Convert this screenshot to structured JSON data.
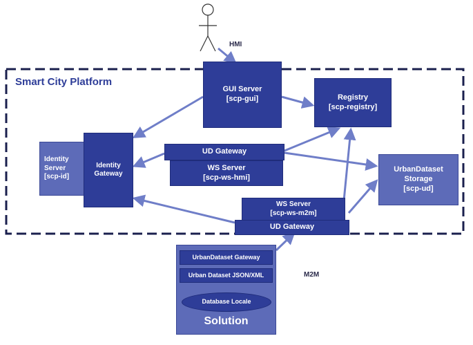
{
  "platform_title": "Smart City Platform",
  "hmi_label": "HMI",
  "m2m_label": "M2M",
  "gui_server": {
    "name": "GUI Server",
    "id": "[scp-gui]"
  },
  "registry": {
    "name": "Registry",
    "id": "[scp-registry]"
  },
  "identity_server": {
    "line1": "Identity",
    "line2": "Server",
    "id": "[scp-id]"
  },
  "identity_gateway": {
    "line1": "Identity",
    "line2": "Gateway"
  },
  "ud_gateway_top": "UD Gateway",
  "ws_server_hmi": {
    "name": "WS Server",
    "id": "[scp-ws-hmi]"
  },
  "urban_storage": {
    "line1": "UrbanDataset",
    "line2": "Storage",
    "id": "[scp-ud]"
  },
  "ws_server_m2m": {
    "name": "WS Server",
    "id": "[scp-ws-m2m]"
  },
  "ud_gateway_bottom": "UD Gateway",
  "solution": {
    "gateway": "UrbanDataset Gateway",
    "json_xml": "Urban Dataset JSON/XML",
    "database": "Database Locale",
    "title": "Solution"
  },
  "colors": {
    "dark_box": "#2e3d98",
    "light_box": "#5d6bb8",
    "arrow": "#6f7ec8",
    "border": "#1a1f4d"
  }
}
